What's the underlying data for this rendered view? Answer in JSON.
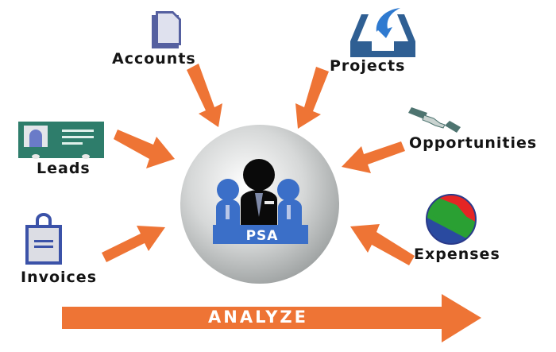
{
  "diagram": {
    "center": {
      "label": "PSA",
      "icon": "team-people-icon"
    },
    "inputs": [
      {
        "label": "Accounts",
        "icon": "document-icon"
      },
      {
        "label": "Projects",
        "icon": "inbox-tray-icon"
      },
      {
        "label": "Leads",
        "icon": "id-card-icon"
      },
      {
        "label": "Opportunities",
        "icon": "handshake-icon"
      },
      {
        "label": "Invoices",
        "icon": "clipboard-icon"
      },
      {
        "label": "Expenses",
        "icon": "pie-disc-icon"
      }
    ],
    "footer_arrow": {
      "label": "ANALYZE"
    },
    "colors": {
      "arrow": "#ee7435",
      "psa_blue": "#3b6fc8",
      "leads_green": "#2e7d6b",
      "projects_blue": "#2f5f93",
      "accounts_purple": "#5560a0"
    }
  }
}
